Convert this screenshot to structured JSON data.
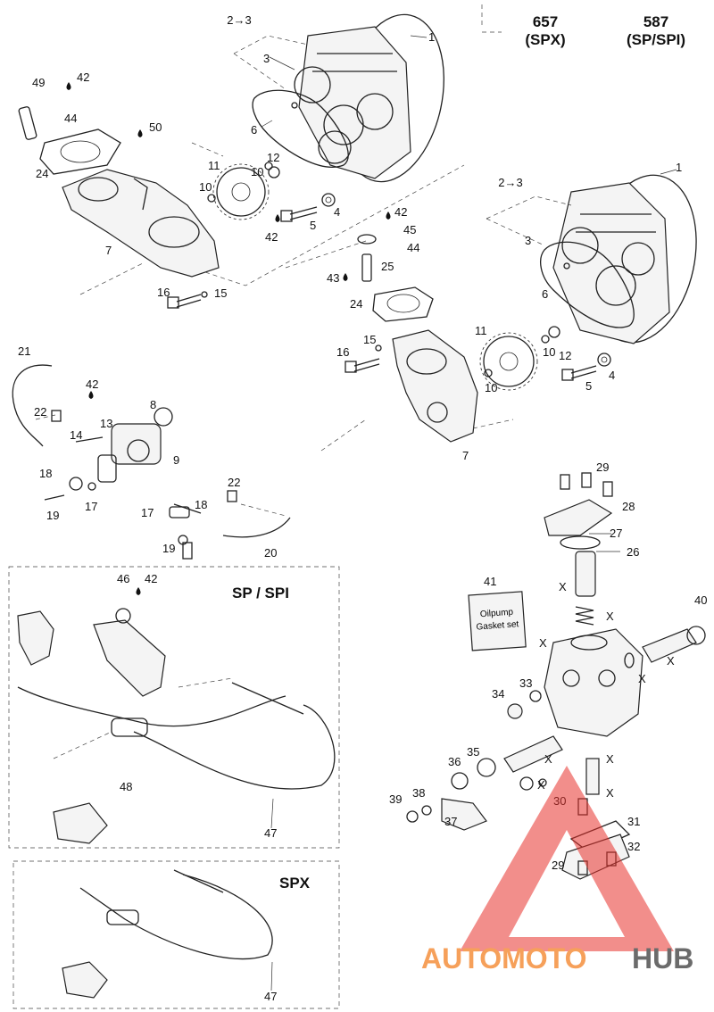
{
  "header": {
    "col1_code": "657",
    "col1_model": "(SPX)",
    "col2_code": "587",
    "col2_model": "(SP/SPI)"
  },
  "labels_top_left": [
    "2→3",
    "1",
    "3",
    "6",
    "49",
    "42",
    "44",
    "50",
    "24",
    "11",
    "10",
    "12",
    "7",
    "4",
    "42",
    "5",
    "16",
    "15"
  ],
  "labels_top_right": [
    "2→3",
    "1",
    "42",
    "45",
    "44",
    "3",
    "43",
    "25",
    "6",
    "24",
    "11",
    "15",
    "16",
    "10",
    "12",
    "5",
    "4",
    "10",
    "7"
  ],
  "labels_middle_left": [
    "21",
    "42",
    "8",
    "22",
    "13",
    "14",
    "9",
    "18",
    "17",
    "19",
    "22",
    "17",
    "18",
    "19",
    "20"
  ],
  "labels_pump": [
    "29",
    "28",
    "27",
    "26",
    "41",
    "40",
    "33",
    "34",
    "36",
    "35",
    "39",
    "38",
    "37",
    "30",
    "31",
    "32",
    "29"
  ],
  "x_marks": [
    "X",
    "X",
    "X",
    "X",
    "X",
    "X",
    "X",
    "X",
    "X"
  ],
  "kit_box": {
    "line1": "Oilpump",
    "line2": "Gasket set"
  },
  "panel_sp": {
    "title": "SP / SPI",
    "labels": [
      "46",
      "42",
      "48",
      "47"
    ]
  },
  "panel_spx": {
    "title": "SPX",
    "labels": [
      "47"
    ]
  },
  "watermark": {
    "part1": "AUTOMOTO",
    "part2": "HUB"
  },
  "colors": {
    "watermark_orange": "#f6a05a",
    "watermark_red": "#e8322c",
    "watermark_gray": "#6b6b6b"
  }
}
